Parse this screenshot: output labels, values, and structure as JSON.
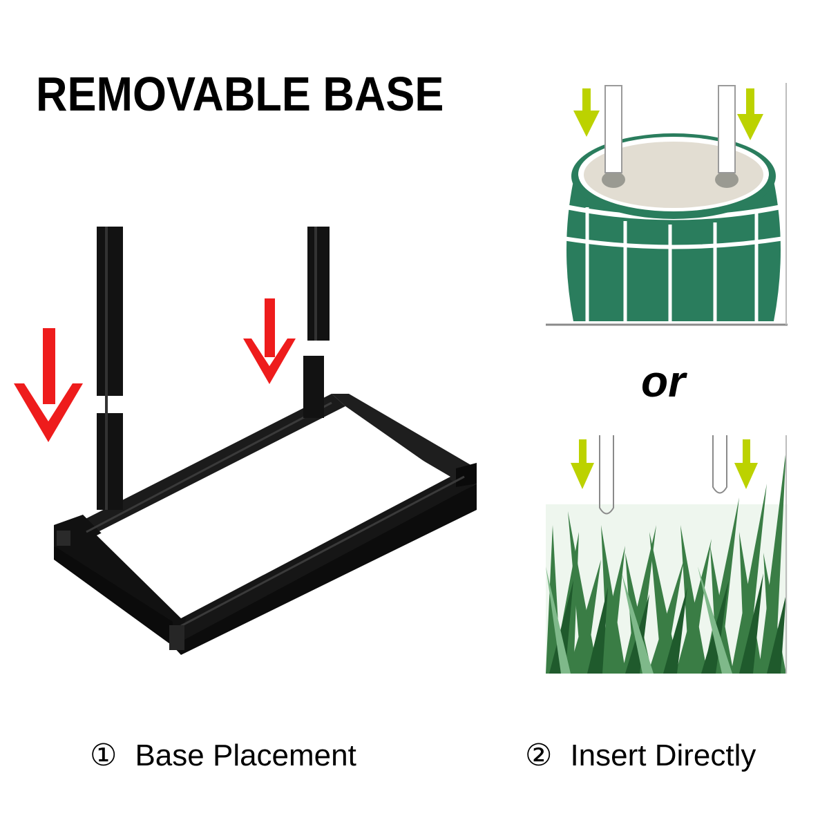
{
  "title": "REMOVABLE BASE",
  "separator": "or",
  "steps": [
    {
      "number": "①",
      "label": "Base Placement"
    },
    {
      "number": "②",
      "label": "Insert Directly"
    }
  ],
  "colors": {
    "frame": "#111111",
    "red_arrow": "#ee1c1c",
    "green_arrow": "#bcd200",
    "barrel": "#2a7d5d",
    "sand": "#e2ddd2",
    "grass": "#3a7d45"
  },
  "icons": [
    "red-down-arrow",
    "yellow-green-down-arrow"
  ]
}
